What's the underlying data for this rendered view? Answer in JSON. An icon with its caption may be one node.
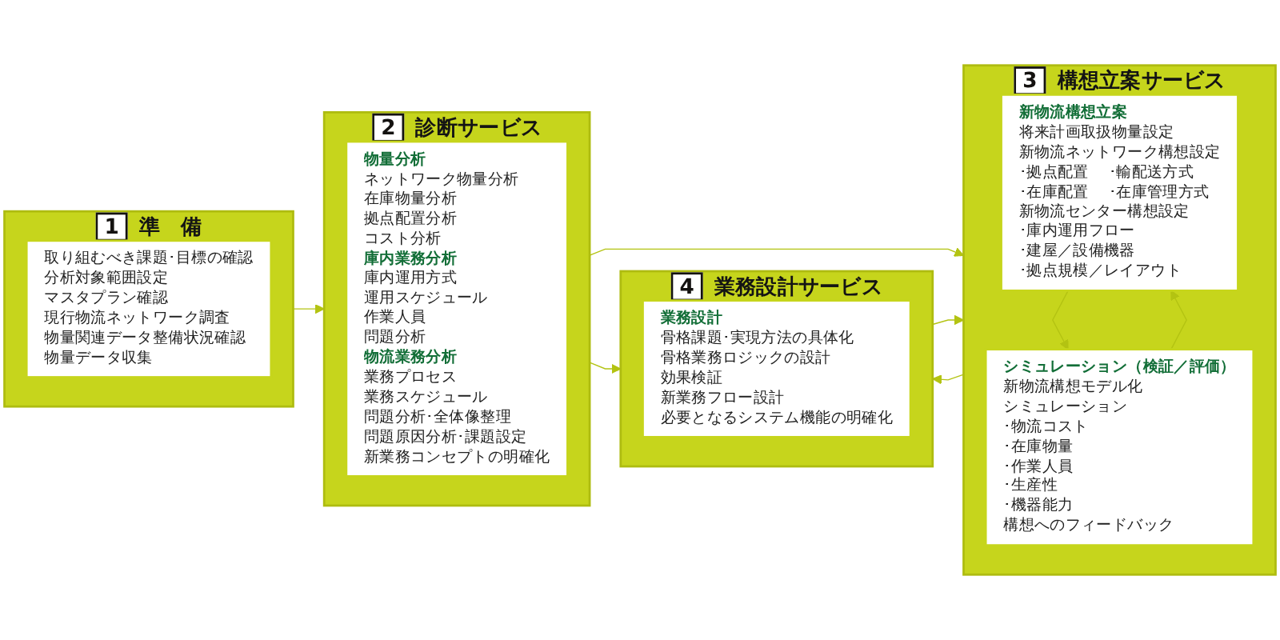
{
  "diagram": {
    "nodes": [
      {
        "text": [
          "1",
          "準　備"
        ]
      },
      {
        "text": [
          "取り組むべき課題･目標の確認",
          "分析対象範囲設定",
          "マスタプラン確認",
          "現行物流ネットワーク調査",
          "物量関連データ整備状況確認",
          "物量データ収集"
        ],
        "in": 0
      },
      {
        "text": [
          "2",
          "診断サービス"
        ]
      },
      {
        "text": [
          "物量分析",
          "ネットワーク物量分析",
          "在庫物量分析",
          "拠点配置分析",
          "コスト分析",
          "庫内業務分析",
          "庫内運用方式",
          "運用スケジュール",
          "作業人員",
          "問題分析",
          "物流業務分析",
          "業務プロセス",
          "業務スケジュール",
          "問題分析･全体像整理",
          "問題原因分析･課題設定",
          "新業務コンセプトの明確化"
        ],
        "in": 2
      },
      {
        "text": [
          "3",
          "構想立案サービス"
        ]
      },
      {
        "text": [
          "新物流構想立案",
          "将来計画取扱物量設定",
          "新物流ネットワーク構想設定",
          "･拠点配置",
          "･輸配送方式",
          "･在庫配置",
          "･在庫管理方式",
          "新物流センター構想設定",
          "･庫内運用フロー",
          "･建屋／設備機器",
          "･拠点規模／レイアウト"
        ],
        "in": 4
      },
      {
        "text": [
          "シミュレーション（検証／評価）",
          "新物流構想モデル化",
          "シミュレーション",
          "･物流コスト",
          "･在庫物量",
          "･作業人員",
          "･生産性",
          "･機器能力",
          "構想へのフィードバック"
        ],
        "in": 4
      },
      {
        "text": [
          "4",
          "業務設計サービス"
        ]
      },
      {
        "text": [
          "業務設計",
          "骨格課題･実現方法の具体化",
          "骨格業務ロジックの設計",
          "効果検証",
          "新業務フロー設計",
          "必要となるシステム機能の明確化"
        ],
        "in": 7
      }
    ],
    "edges": [
      {
        "from": 0,
        "to": 2,
        "arrow": "to"
      },
      {
        "from": 2,
        "to": 4,
        "arrow": "to"
      },
      {
        "from": 2,
        "to": 7,
        "arrow": "to"
      },
      {
        "from": 5,
        "to": 6,
        "arrow": "to"
      },
      {
        "from": 6,
        "to": 5,
        "arrow": "to"
      },
      {
        "from": 7,
        "to": 4,
        "arrow": "to"
      },
      {
        "from": 4,
        "to": 7,
        "arrow": "to"
      }
    ]
  }
}
